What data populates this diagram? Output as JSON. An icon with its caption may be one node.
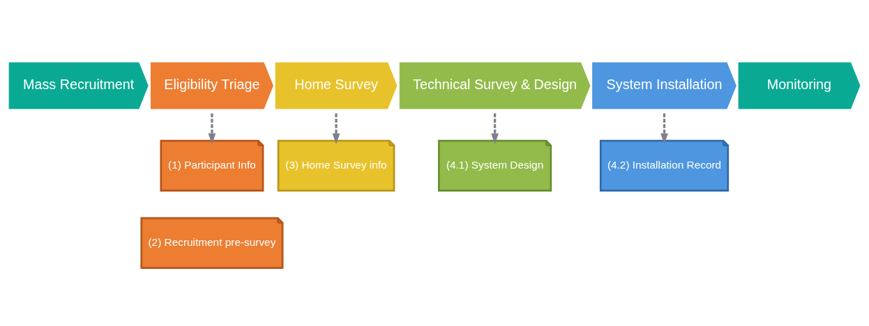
{
  "diagram": {
    "nodes": [
      {
        "text": [
          "Mass Recruitment"
        ]
      },
      {
        "text": [
          "Eligibility Triage"
        ]
      },
      {
        "text": [
          "Home Survey"
        ]
      },
      {
        "text": [
          "Technical Survey & Design"
        ]
      },
      {
        "text": [
          "System Installation"
        ]
      },
      {
        "text": [
          "Monitoring"
        ]
      },
      {
        "text": [
          "(1) Participant Info"
        ]
      },
      {
        "text": [
          "(3) Home Survey info"
        ]
      },
      {
        "text": [
          "(4.1) System Design"
        ]
      },
      {
        "text": [
          "(4.2) Installation Record"
        ]
      },
      {
        "text": [
          "(2) Recruitment pre-survey"
        ]
      }
    ],
    "edges": [
      {
        "from": 1,
        "to": 6,
        "arrow": "to",
        "style": "dashed"
      },
      {
        "from": 2,
        "to": 7,
        "arrow": "to",
        "style": "dashed"
      },
      {
        "from": 3,
        "to": 8,
        "arrow": "to",
        "style": "dashed"
      },
      {
        "from": 4,
        "to": 9,
        "arrow": "to",
        "style": "dashed"
      }
    ]
  }
}
